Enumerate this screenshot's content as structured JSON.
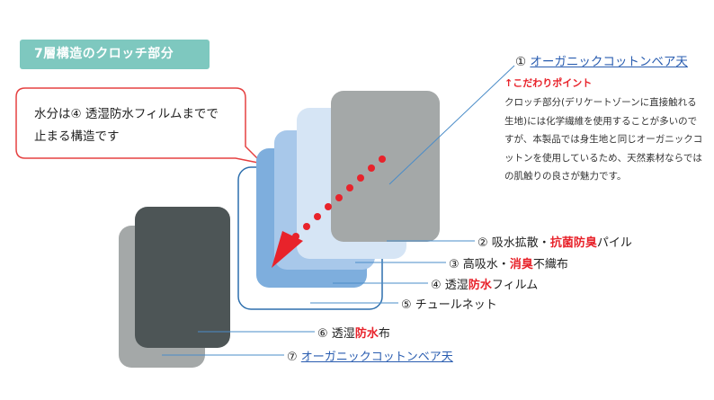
{
  "title": "7層構造のクロッチ部分",
  "callout": {
    "line1": "水分は④ 透湿防水フィルムまでで",
    "line2": "止まる構造です"
  },
  "layers": {
    "l1": {
      "num": "①",
      "text": "オーガニックコットンベア天"
    },
    "highlight_tag": "↑こだわりポイント",
    "description": "クロッチ部分(デリケートゾーンに直接触れる生地)には化学繊維を使用することが多いのですが、本製品では身生地と同じオーガニックコットンを使用しているため、天然素材ならではの肌触りの良さが魅力です。",
    "l2": {
      "num": "②",
      "pre": "吸水拡散・",
      "red": "抗菌防臭",
      "post": "パイル"
    },
    "l3": {
      "num": "③",
      "pre": "高吸水・",
      "red": "消臭",
      "post": "不織布"
    },
    "l4": {
      "num": "④",
      "pre": "透湿",
      "red": "防水",
      "post": "フィルム"
    },
    "l5": {
      "num": "⑤",
      "text": "チュールネット"
    },
    "l6": {
      "num": "⑥",
      "pre": "透湿",
      "red": "防水",
      "post": "布"
    },
    "l7": {
      "num": "⑦",
      "text": "オーガニックコットンベア天"
    }
  },
  "colors": {
    "accent_teal": "#7ec8bf",
    "highlight_red": "#e8232b",
    "link_blue": "#2a5db0"
  }
}
